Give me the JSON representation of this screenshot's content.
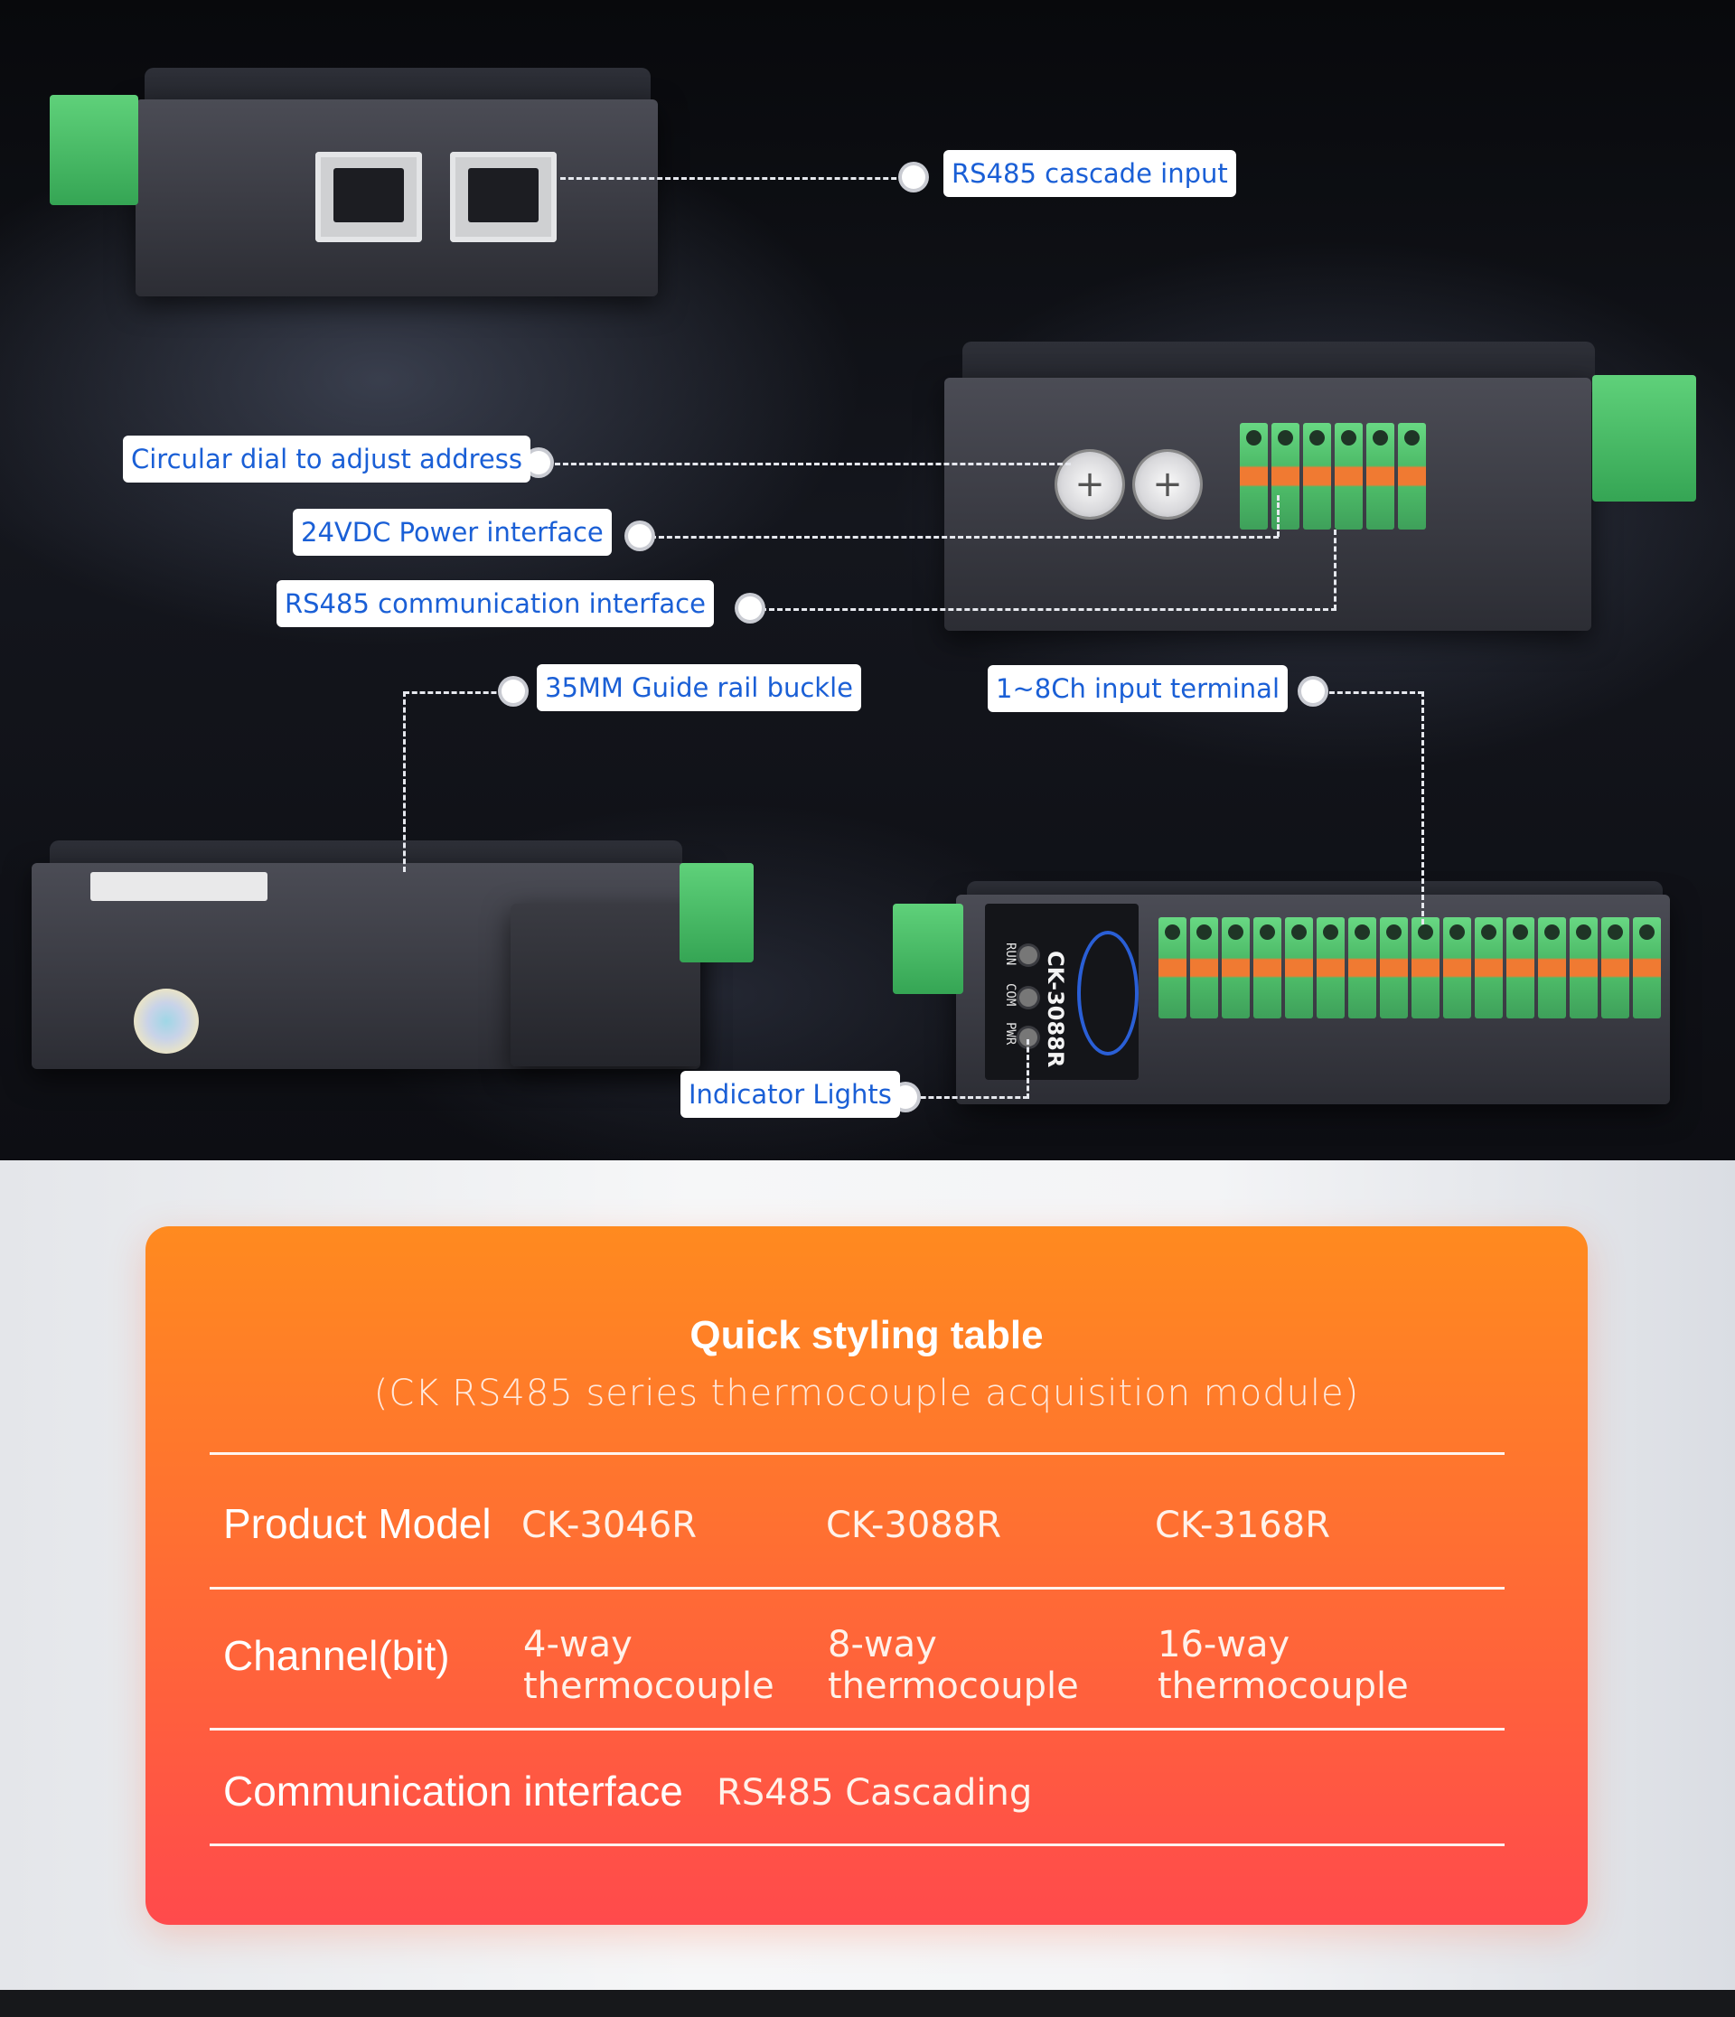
{
  "callouts": {
    "rs485_cascade_input": "RS485 cascade input",
    "circular_dial": "Circular dial to adjust address",
    "power_interface": "24VDC Power interface",
    "rs485_comm_interface": "RS485 communication interface",
    "guide_rail_buckle": "35MM Guide rail buckle",
    "input_terminal": "1~8Ch input terminal",
    "indicator_lights": "Indicator Lights"
  },
  "device": {
    "model_label": "CK-3088R",
    "led_labels": [
      "RUN",
      "COM",
      "PWR"
    ]
  },
  "table": {
    "title": "Quick styling table",
    "subtitle": "(CK RS485 series thermocouple acquisition module)",
    "rows": [
      {
        "header": "Product Model",
        "cells": [
          "CK-3046R",
          "CK-3088R",
          "CK-3168R"
        ]
      },
      {
        "header": "Channel(bit)",
        "cells": [
          [
            "4-way",
            "thermocouple"
          ],
          [
            "8-way",
            "thermocouple"
          ],
          [
            "16-way",
            "thermocouple"
          ]
        ]
      },
      {
        "header": "Communication interface",
        "cells": [
          "RS485 Cascading"
        ]
      }
    ]
  },
  "colors": {
    "callout_text": "#1a5fd6",
    "card_top": "#ff8a1f",
    "card_bottom": "#ff4a4c",
    "terminal_green": "#4dbb68",
    "terminal_orange": "#f07a32"
  }
}
